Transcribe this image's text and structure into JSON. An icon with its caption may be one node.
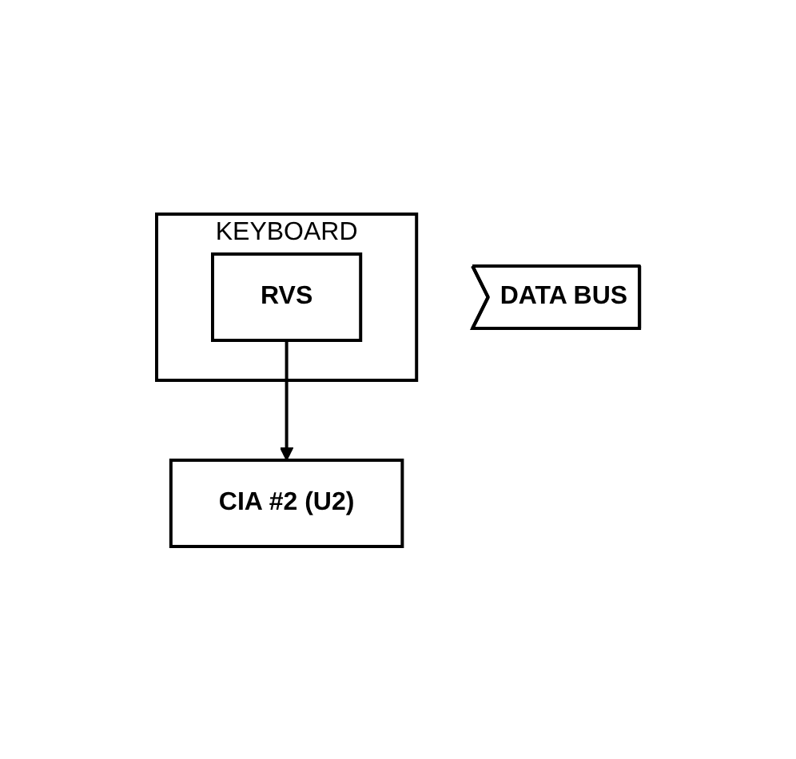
{
  "diagram": {
    "nodes": [
      {
        "text": [
          "KEYBOARD"
        ]
      },
      {
        "text": [
          "RVS"
        ],
        "in": 0
      },
      {
        "text": [
          "CIA #2 (U2)"
        ]
      },
      {
        "text": [
          "DATA BUS"
        ]
      }
    ],
    "edges": [
      {
        "from": 1,
        "to": 2,
        "arrow": "to"
      }
    ]
  }
}
